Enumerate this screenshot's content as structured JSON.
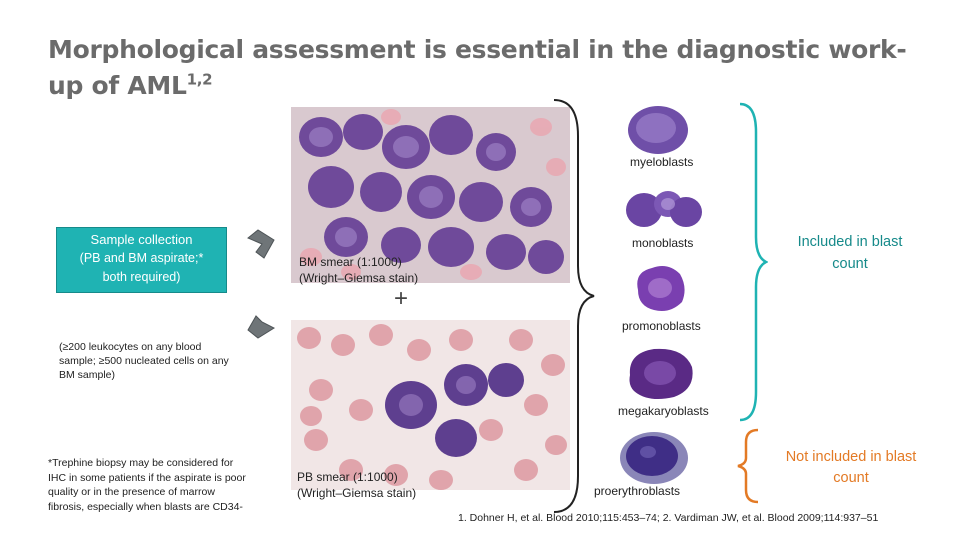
{
  "slide": {
    "title_main": "Morphological assessment is essential in the diagnostic work-up of AML",
    "title_sup": "1,2"
  },
  "sample_box": {
    "line1": "Sample collection",
    "line2": "(PB and BM aspirate;*",
    "line3": "both required)"
  },
  "notes": {
    "leukocytes": "(≥200 leukocytes on any blood sample; ≥500 nucleated cells on any BM sample)",
    "trephine": "*Trephine biopsy may be considered for IHC in some patients if the aspirate is poor quality or in the presence of marrow fibrosis, especially when blasts are CD34-"
  },
  "smears": {
    "bm_line1": "BM smear (1:1000)",
    "bm_line2": "(Wright–Giemsa stain)",
    "pb_line1": "PB smear (1:1000)",
    "pb_line2": "(Wright–Giemsa stain)",
    "plus": "+"
  },
  "cells": {
    "myeloblasts": "myeloblasts",
    "monoblasts": "monoblasts",
    "promonoblasts": "promonoblasts",
    "megakaryoblasts": "megakaryoblasts",
    "proerythroblasts": "proerythroblasts"
  },
  "braces": {
    "included": "Included in blast count",
    "not_included": "Not included in blast count"
  },
  "colors": {
    "teal": "#1fb3b3",
    "orange": "#e37a25",
    "title_gray": "#6b6b6b"
  },
  "references": "1. Dohner H, et al. Blood 2010;115:453–74; 2. Vardiman JW, et al. Blood 2009;114:937–51"
}
